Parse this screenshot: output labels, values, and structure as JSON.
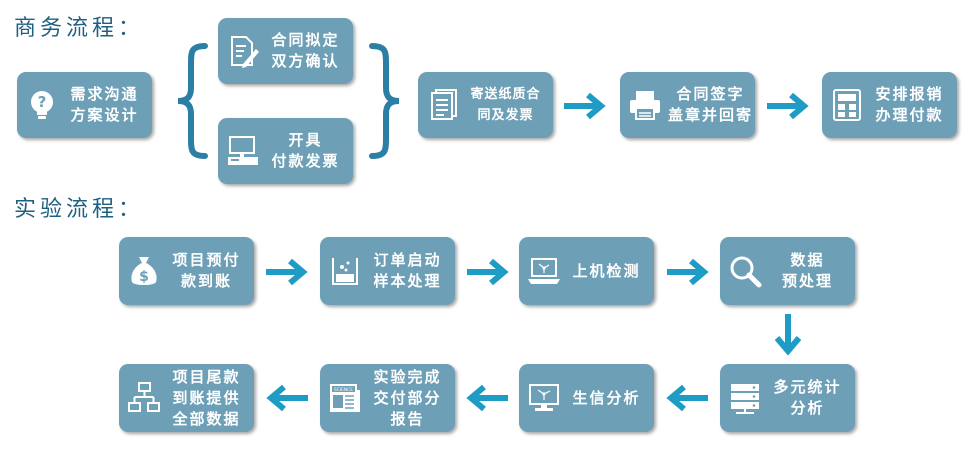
{
  "business": {
    "title": "商务流程：",
    "needs": [
      "需求沟通",
      "方案设计"
    ],
    "contract_draft": [
      "合同拟定",
      "双方确认"
    ],
    "invoice": [
      "开具",
      "付款发票"
    ],
    "mail_contract": [
      "寄送纸质合",
      "同及发票"
    ],
    "sign_contract": [
      "合同签字",
      "盖章并回寄"
    ],
    "payment": [
      "安排报销",
      "办理付款"
    ]
  },
  "experiment": {
    "title": "实验流程：",
    "prepay": [
      "项目预付",
      "款到账"
    ],
    "order_start": [
      "订单启动",
      "样本处理"
    ],
    "sequencing": [
      "上机检测"
    ],
    "preprocess": [
      "数据",
      "预处理"
    ],
    "stats": [
      "多元统计",
      "分析"
    ],
    "bioinfo": [
      "生信分析"
    ],
    "report": [
      "实验完成",
      "交付部分",
      "报告"
    ],
    "final_pay": [
      "项目尾款",
      "到账提供",
      "全部数据"
    ],
    "science_badge": "SCIENCE"
  },
  "colors": {
    "box": "#6d9fb6",
    "arrow": "#1e9cc6",
    "title": "#1f5f80"
  },
  "icons": {
    "needs": "question-bulb-icon",
    "contract_draft": "document-pen-icon",
    "invoice": "computer-register-icon",
    "mail_contract": "document-stack-icon",
    "sign_contract": "printer-icon",
    "payment": "calculator-icon",
    "prepay": "money-bag-icon",
    "order_start": "beaker-icon",
    "sequencing": "laptop-icon",
    "preprocess": "magnifier-icon",
    "stats": "server-icon",
    "bioinfo": "monitor-icon",
    "report": "newspaper-icon",
    "final_pay": "network-icon"
  }
}
